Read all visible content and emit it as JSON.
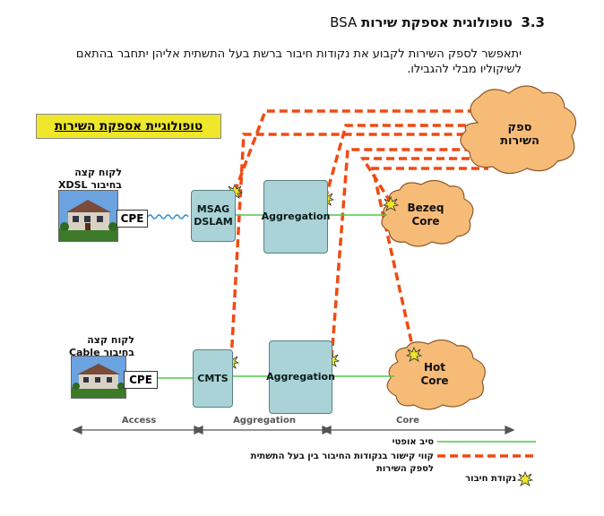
{
  "header": {
    "number": "3.3",
    "title_he": "טופולוגית אספקת שירות",
    "title_en": "BSA"
  },
  "paragraph": "יתאפשר לספק השירות לקבוע את נקודות חיבור ברשת בעל התשתית  אליהן יתחבר בהתאם לשיקוליו מבלי להגבילו.",
  "banner": "טופולוגיית  אספקת השירות",
  "customers": {
    "xdsl": {
      "line1": "לקוח קצה",
      "line2": "בחיבור XDSL",
      "cpe": "CPE"
    },
    "cable": {
      "line1": "לקוח קצה",
      "line2": "בחיבור Cable",
      "cpe": "CPE"
    }
  },
  "nodes": {
    "msag": "MSAG\nDSLAM",
    "cmts": "CMTS",
    "aggregation_top": "Aggregation",
    "aggregation_bottom": "Aggregation"
  },
  "clouds": {
    "provider": "ספק\nהשירות",
    "bezeq": "Bezeq\nCore",
    "hot": "Hot\nCore"
  },
  "axis": {
    "access": "Access",
    "aggregation": "Aggregation",
    "core": "Core"
  },
  "legend": {
    "fiber": "סיב אופטי",
    "link": "קווי קישור בנקודות החיבור בין בעל התשתית\nלספק השירות",
    "point": "נקודת חיבור"
  },
  "colors": {
    "fiber": "#4cc94c",
    "link": "#f04a12",
    "box": "#a9d3d6",
    "cloud": "#f7bb78",
    "banner": "#efe72a"
  }
}
